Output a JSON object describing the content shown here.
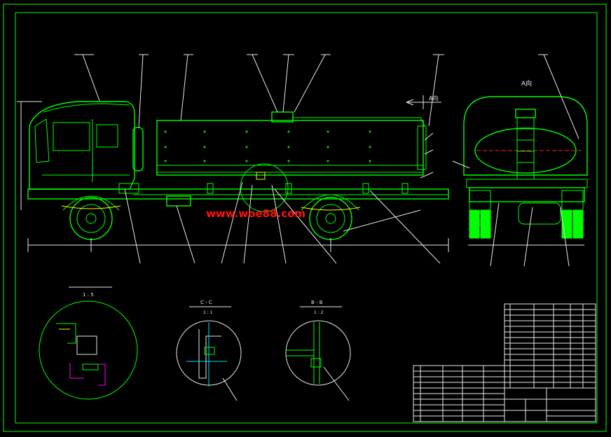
{
  "watermark": "www.woe88.com",
  "labels": {
    "view_a": "A向",
    "view_a_arrow": "A向",
    "detail_scale": "1 : 5",
    "section_cc": "C - C",
    "section_cc_scale": "1 : 1",
    "section_bb": "B - B",
    "section_bb_scale": "1 : 2"
  },
  "colors": {
    "background": "#000000",
    "line_primary": "#00ff00",
    "line_secondary": "#e8e8e8",
    "center_line": "#00e5ff",
    "accent_red": "#ff2020",
    "watermark": "#ff1010"
  }
}
